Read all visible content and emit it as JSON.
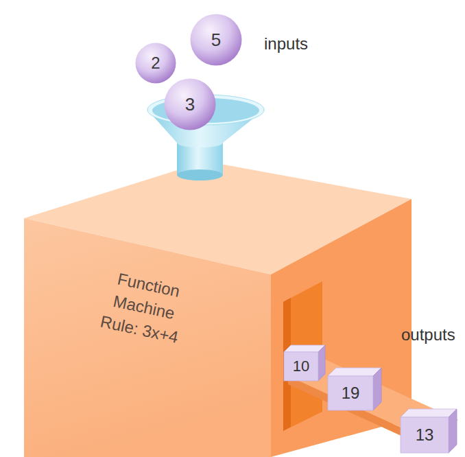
{
  "diagram": {
    "nodes": [
      {
        "text": [
          "5"
        ]
      },
      {
        "text": [
          "2"
        ]
      },
      {
        "text": [
          "3"
        ]
      },
      {
        "text": [
          "Function Machine",
          "Rule: 3x+4"
        ]
      },
      {
        "text": [
          "10"
        ]
      },
      {
        "text": [
          "19"
        ]
      },
      {
        "text": [
          "13"
        ]
      }
    ],
    "labels": [
      "inputs",
      "outputs"
    ]
  }
}
